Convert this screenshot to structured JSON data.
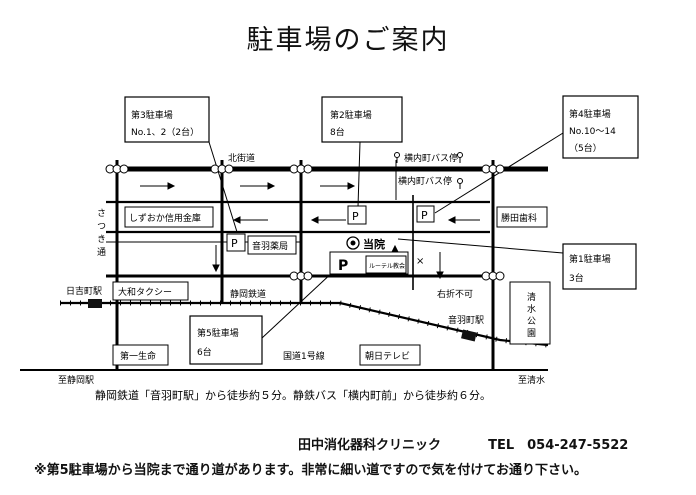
{
  "title": "駐車場のご案内",
  "roads": {
    "north_street": "北街道",
    "satsuki": "さつき通",
    "shizuoka_railway": "静岡鉄道",
    "route1": "国道1号線",
    "no_right_turn": "右折不可"
  },
  "bus_stops": {
    "yokouchi_1": "横内町バス停",
    "yokouchi_2": "横内町バス停"
  },
  "stations": {
    "hiyoshicho": "日吉町駅",
    "otowacho": "音羽町駅",
    "to_shizuoka": "至静岡駅",
    "to_shimizu": "至清水"
  },
  "landmarks": {
    "shinkin": "しずおか信用金庫",
    "otowa_pharmacy": "音羽薬局",
    "katsuta_dental": "勝田歯科",
    "yamato_taxi": "大和タクシー",
    "daiichi_seimei": "第一生命",
    "asahi_tv": "朝日テレビ",
    "shimizu_park": "清水公園",
    "hospital": "当院",
    "church": "ルーテル教会",
    "p_mark": "P",
    "x_mark": "×"
  },
  "callouts": {
    "p3": {
      "title": "第3駐車場",
      "detail": "No.1、2（2台）"
    },
    "p2": {
      "title": "第2駐車場",
      "detail": "8台"
    },
    "p4": {
      "title": "第4駐車場",
      "detail": "No.10～14",
      "detail2": "（5台）"
    },
    "p1": {
      "title": "第1駐車場",
      "detail": "3台"
    },
    "p5": {
      "title": "第5駐車場",
      "detail": "6台"
    }
  },
  "access": "静岡鉄道「音羽町駅」から徒歩約５分。静鉄バス「横内町前」から徒歩約６分。",
  "clinic": {
    "name": "田中消化器科クリニック",
    "tel": "TEL　054-247-5522"
  },
  "notice": "※第5駐車場から当院まで通り道があります。非常に細い道ですので気を付けてお通り下さい。"
}
